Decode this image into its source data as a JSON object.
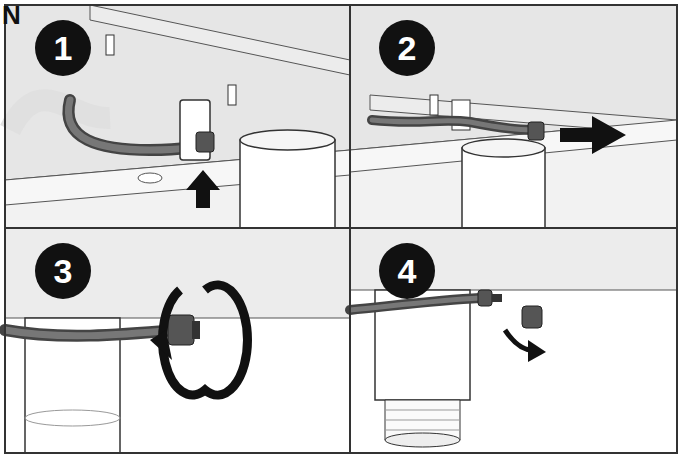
{
  "diagram": {
    "nodes": [
      {
        "text": [
          "1"
        ]
      },
      {
        "text": [
          "2"
        ]
      },
      {
        "text": [
          "3"
        ]
      },
      {
        "text": [
          "4"
        ]
      }
    ],
    "labels": [
      "N"
    ]
  }
}
